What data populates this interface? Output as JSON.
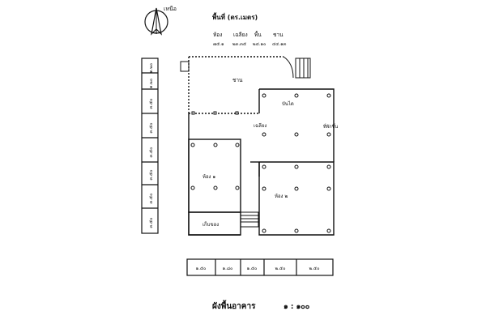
{
  "north_label": "เหนือ",
  "area_table": {
    "title": "พื้นที่ (ตร.เมตร)",
    "headers": [
      "ห้อง",
      "เฉลียง",
      "พื้น",
      "ชาน"
    ],
    "values": [
      "๗๕.๑",
      "๒๓.๓๕",
      "๒๔.๑๐",
      "๔๔.๑๓"
    ]
  },
  "rooms": {
    "chan": "ชาน",
    "room_left": "ห้อง ๑",
    "corridor": "เฉลียง",
    "room_right": "ห้อง ๒",
    "storage": "เก็บของ",
    "bench": "ที่พักขึ้น",
    "small_label": "บันได"
  },
  "dimensions": {
    "vertical": [
      "๑.๒๐",
      "๑.๒๐",
      "๓.๕๐",
      "๓.๕๐",
      "๓.๕๐",
      "๓.๕๐",
      "๓.๕๐",
      "๓.๕๐"
    ],
    "horizontal": [
      "๑.๕๐",
      "๑.๘๐",
      "๑.๕๐",
      "๒.๕๐",
      "๒.๕๐"
    ]
  },
  "caption": {
    "title": "ผังพื้นอาคาร",
    "scale": "๑ : ๑๐๐"
  }
}
